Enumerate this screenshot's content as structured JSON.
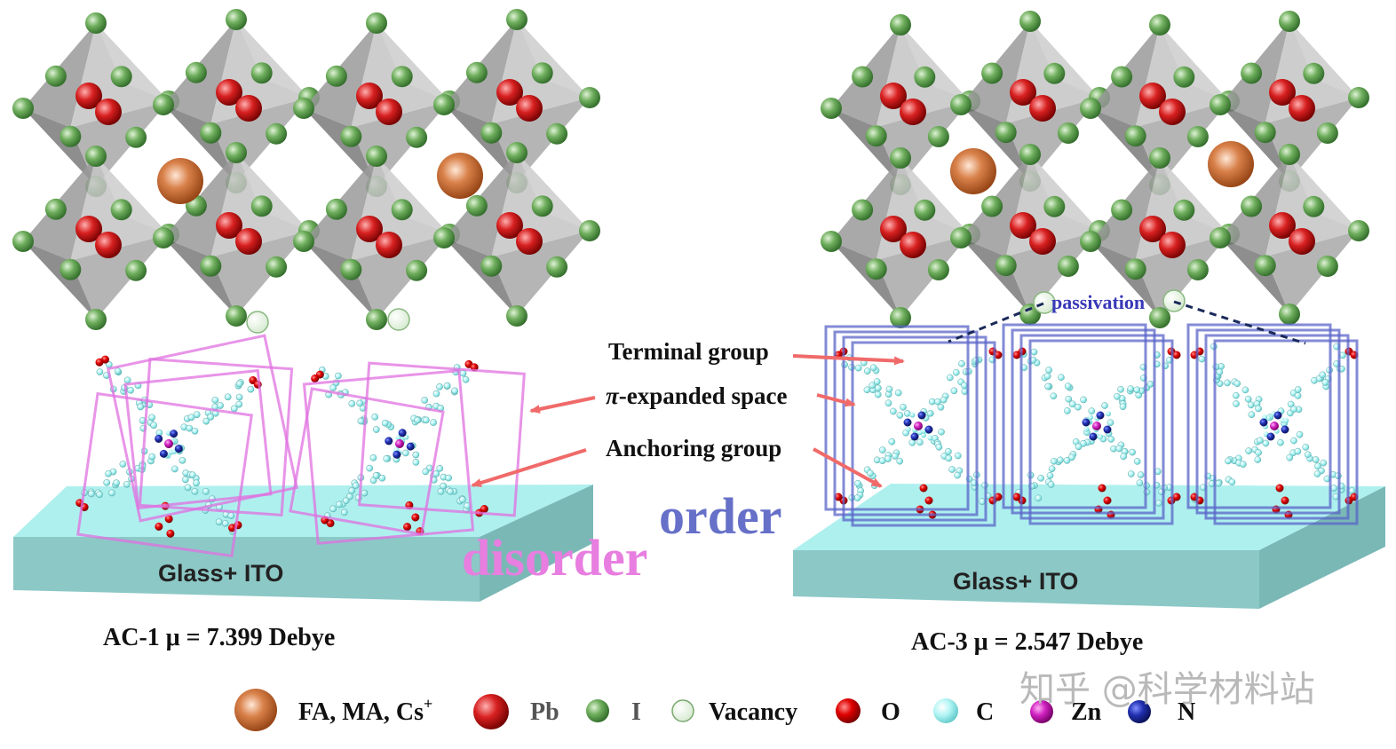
{
  "left_panel": {
    "substrate_label": "Glass+ ITO",
    "state_label": "disorder",
    "caption": "AC-1 μ = 7.399 Debye"
  },
  "right_panel": {
    "substrate_label": "Glass+ ITO",
    "state_label": "order",
    "passivation_label": "passivation",
    "caption": "AC-3 μ = 2.547 Debye"
  },
  "annotations": {
    "terminal_group": "Terminal group",
    "pi_space_prefix": "π",
    "pi_space_rest": "-expanded space",
    "anchoring_group": "Anchoring group"
  },
  "legend": [
    {
      "symbol": "fa-ma-cs",
      "label": "FA, MA, Cs",
      "sup": "+",
      "color": "#c8642a"
    },
    {
      "symbol": "pb",
      "label": "Pb",
      "sup": "",
      "color": "#e01818"
    },
    {
      "symbol": "i",
      "label": "I",
      "sup": "",
      "color": "#5a9a4a"
    },
    {
      "symbol": "vacancy",
      "label": "Vacancy",
      "sup": "",
      "color": "#eef6ee"
    },
    {
      "symbol": "o",
      "label": "O",
      "sup": "",
      "color": "#e01010"
    },
    {
      "symbol": "c",
      "label": "C",
      "sup": "",
      "color": "#a8f2f2"
    },
    {
      "symbol": "zn",
      "label": "Zn",
      "sup": "",
      "color": "#d020c0"
    },
    {
      "symbol": "n",
      "label": "N",
      "sup": "",
      "color": "#2030b0"
    }
  ],
  "watermark": "知乎 @科学材料站",
  "colors": {
    "disorder": "#e87ee0",
    "order": "#6670c8",
    "frame_left": "#e070e0",
    "frame_right": "#5a64c8",
    "substrate_top": "#aef0ee",
    "substrate_front": "#8cc8c6",
    "arrow": "#f06a6a"
  }
}
